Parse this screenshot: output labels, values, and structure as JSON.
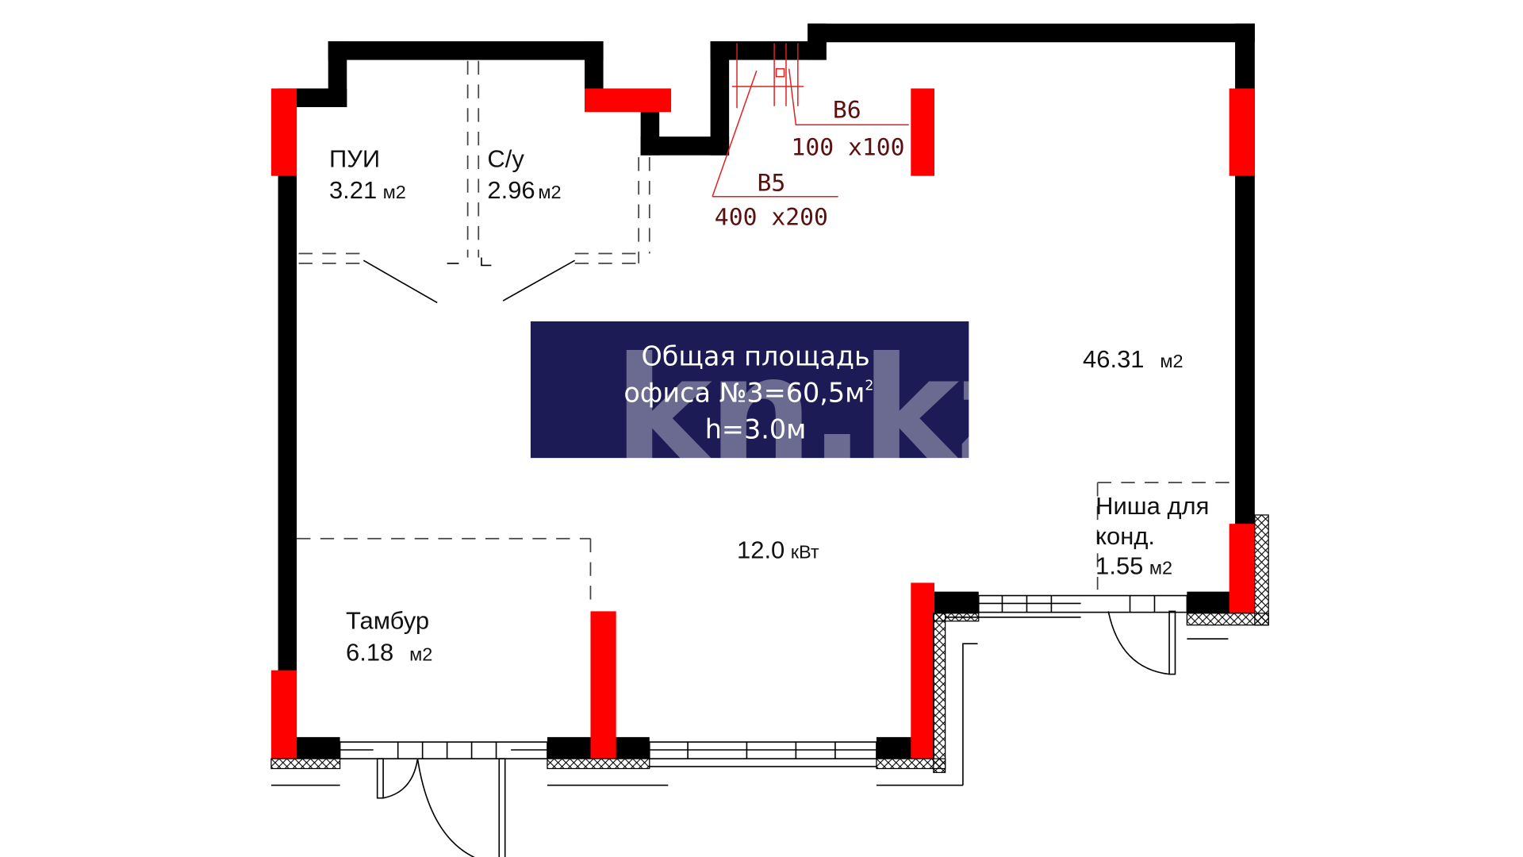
{
  "plan": {
    "rooms": [
      {
        "name": "ПУИ",
        "area": "3.21",
        "unit": "м2"
      },
      {
        "name": "С/у",
        "area": "2.96",
        "unit": "м2"
      },
      {
        "name": "",
        "area": "46.31",
        "unit": "м2"
      },
      {
        "name": "Тамбур",
        "area": "6.18",
        "unit": "м2"
      },
      {
        "name_line1": "Ниша для",
        "name_line2": "конд.",
        "area": "1.55",
        "unit": "м2"
      }
    ],
    "power": {
      "value": "12.0",
      "unit": "кВт"
    },
    "vents": [
      {
        "id": "В6",
        "size": "100 x100"
      },
      {
        "id": "В5",
        "size": "400 x200"
      }
    ],
    "summary": {
      "line1": "Общая площадь",
      "line2": "офиса №3=60,5м",
      "line2_sup": "2",
      "line3": "h=3.0м",
      "background": "#1c1b55"
    },
    "watermark": "kn.kz",
    "colors": {
      "wall": "#000000",
      "column": "#ff0000",
      "vent": "#e02020"
    }
  }
}
